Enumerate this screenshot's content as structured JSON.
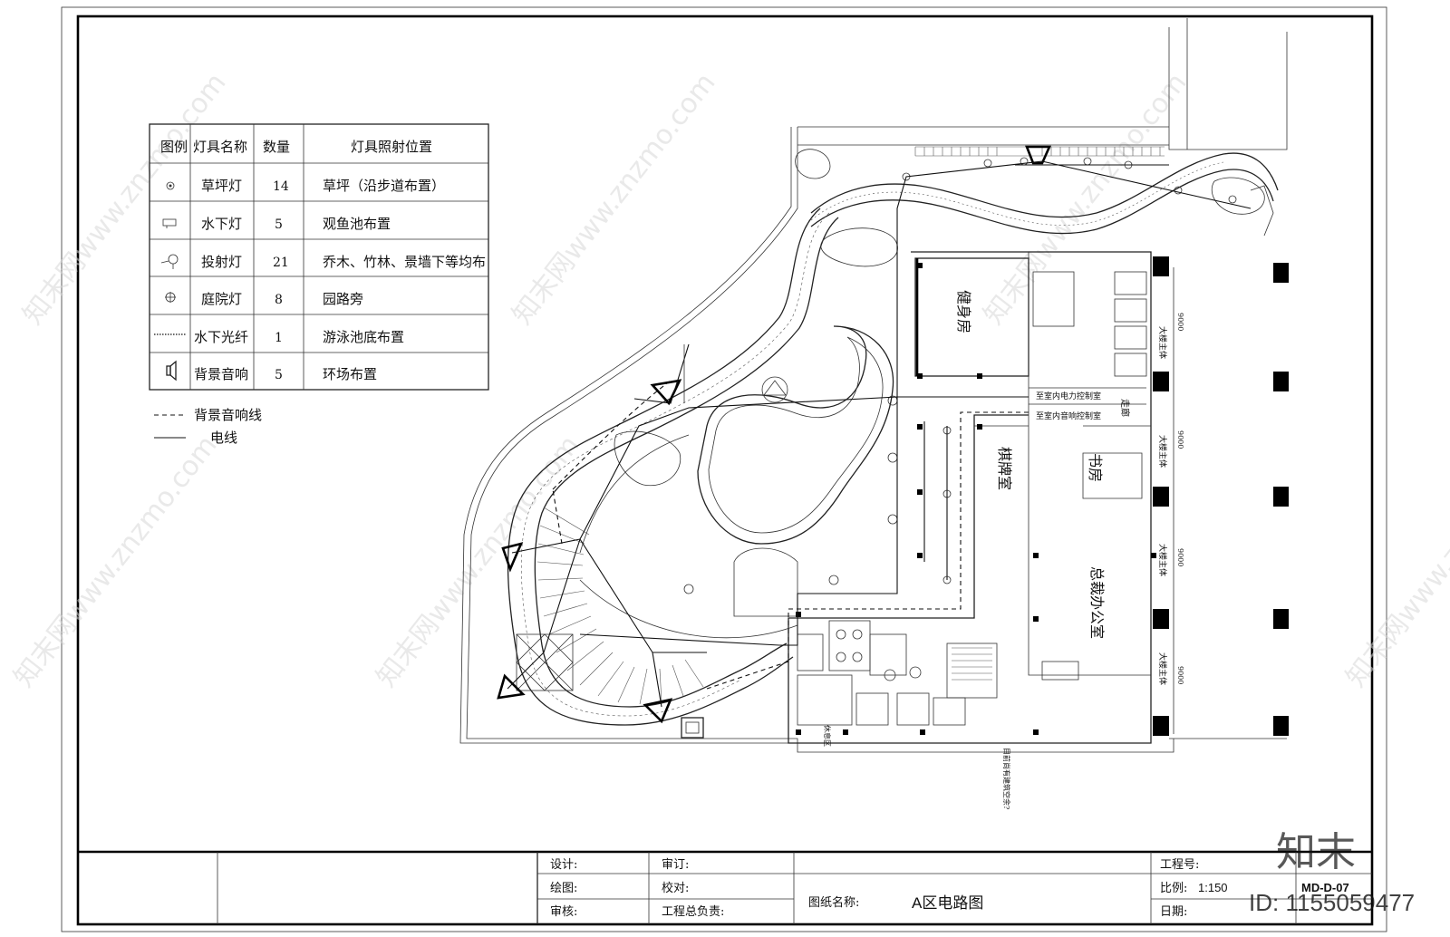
{
  "legend": {
    "headers": [
      "图例",
      "灯具名称",
      "数量",
      "灯具照射位置"
    ],
    "rows": [
      {
        "icon": "lawn-lamp-icon",
        "name": "草坪灯",
        "qty": "14",
        "position": "草坪（沿步道布置）"
      },
      {
        "icon": "underwater-lamp-icon",
        "name": "水下灯",
        "qty": "5",
        "position": "观鱼池布置"
      },
      {
        "icon": "spotlight-icon",
        "name": "投射灯",
        "qty": "21",
        "position": "乔木、竹林、景墙下等均布"
      },
      {
        "icon": "garden-lamp-icon",
        "name": "庭院灯",
        "qty": "8",
        "position": "园路旁"
      },
      {
        "icon": "underwater-fiber-icon",
        "name": "水下光纤",
        "qty": "1",
        "position": "游泳池底布置"
      },
      {
        "icon": "speaker-icon",
        "name": "背景音响",
        "qty": "5",
        "position": "环场布置"
      }
    ],
    "line_keys": [
      {
        "style": "dashed",
        "label": "背景音响线"
      },
      {
        "style": "solid",
        "label": "电线"
      }
    ]
  },
  "plan_labels": {
    "gym": "健身房",
    "power_room": "至室内电力控制室",
    "sound_room": "至室内音响控制室",
    "corridor": "走廊",
    "chess_room": "棋牌室",
    "study": "书房",
    "ceo_office": "总裁办公室",
    "main_building": "大楼主体",
    "dim_9000": "9000",
    "rest_area": "休息区",
    "note_bottom": "目前尚有建筑空余?"
  },
  "title_block": {
    "design_label": "设计:",
    "review_label": "审订:",
    "drawing_label": "绘图:",
    "proof_label": "校对:",
    "audit_label": "审核:",
    "chief_label": "工程总负责:",
    "drawing_name_label": "图纸名称:",
    "drawing_name": "A区电路图",
    "project_no_label": "工程号:",
    "scale_label": "比例:",
    "scale_value": "1:150",
    "date_label": "日期:",
    "drawing_no": "MD-D-07"
  },
  "watermark": {
    "brand_cn": "知末",
    "id_text": "ID: 1155059477",
    "site": "知末网www.znzmo.com"
  }
}
